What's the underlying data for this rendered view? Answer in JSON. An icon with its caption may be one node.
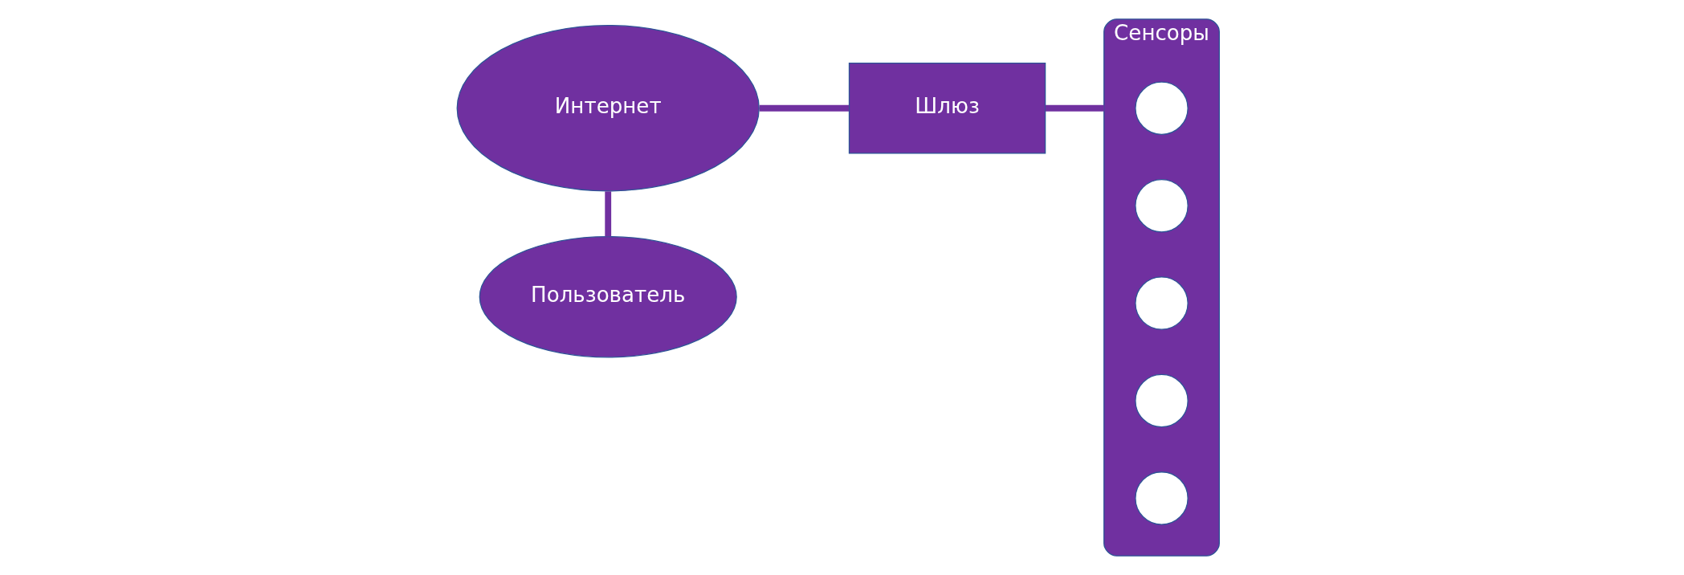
{
  "diagram": {
    "nodes": [
      {
        "text": [
          "Интернет"
        ]
      },
      {
        "text": [
          "Шлюз"
        ]
      },
      {
        "text": [
          "Сенсоры"
        ]
      },
      {
        "text": [],
        "shape": "circle",
        "in": 2
      },
      {
        "text": [],
        "shape": "circle",
        "in": 2
      },
      {
        "text": [],
        "shape": "circle",
        "in": 2
      },
      {
        "text": [],
        "shape": "circle",
        "in": 2
      },
      {
        "text": [],
        "shape": "circle",
        "in": 2
      },
      {
        "text": [
          "Пользователь"
        ]
      }
    ],
    "edges": [
      {
        "from": 0,
        "to": 1,
        "arrow": "none"
      },
      {
        "from": 1,
        "to": 2,
        "arrow": "none"
      },
      {
        "from": 0,
        "to": 8,
        "arrow": "none"
      }
    ]
  }
}
